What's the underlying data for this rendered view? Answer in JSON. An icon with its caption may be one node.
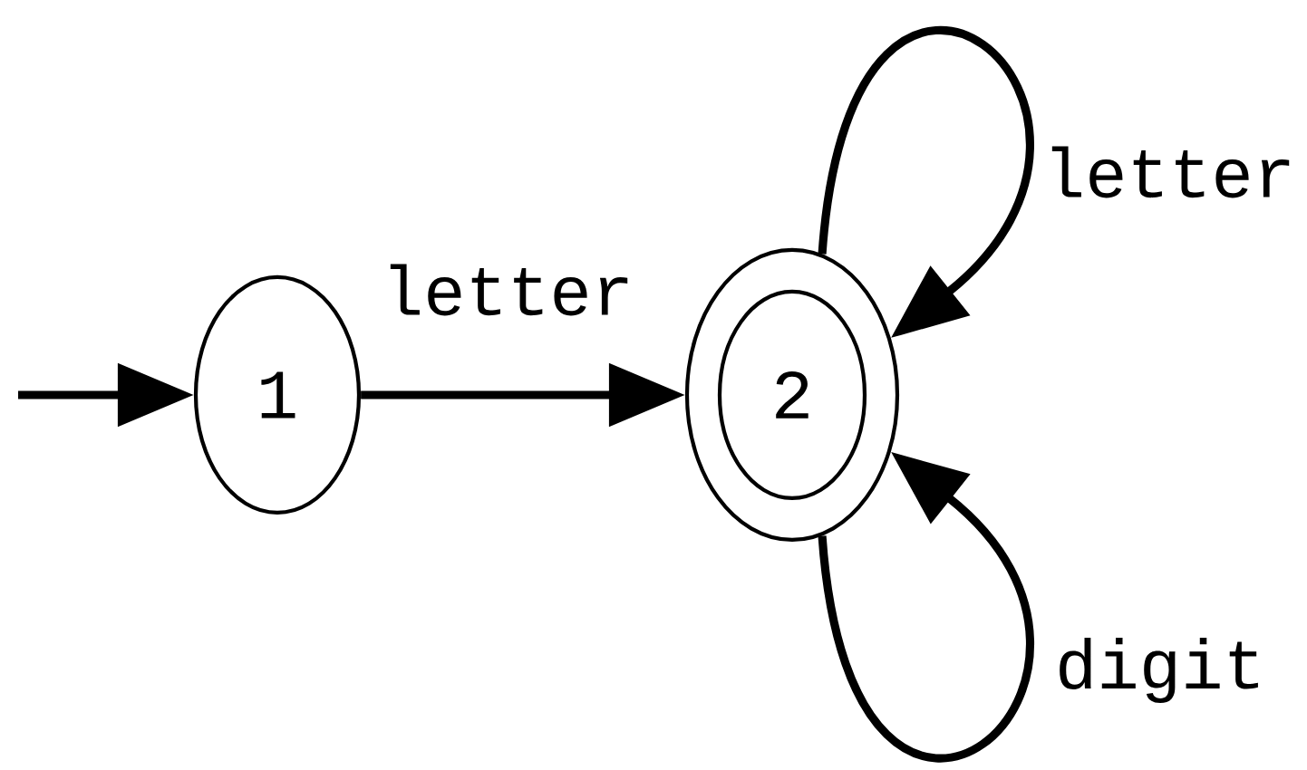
{
  "diagram": {
    "nodes": [
      {
        "text": [
          "1"
        ]
      },
      {
        "text": [
          "2"
        ]
      }
    ],
    "edges": [
      {
        "from": null,
        "to": 0,
        "arrow": "to"
      },
      {
        "from": 0,
        "to": 1,
        "arrow": "to",
        "label": "letter"
      },
      {
        "from": 1,
        "to": 1,
        "arrow": "to",
        "label": "letter"
      },
      {
        "from": 1,
        "to": 1,
        "arrow": "to",
        "label": "digit"
      }
    ]
  }
}
